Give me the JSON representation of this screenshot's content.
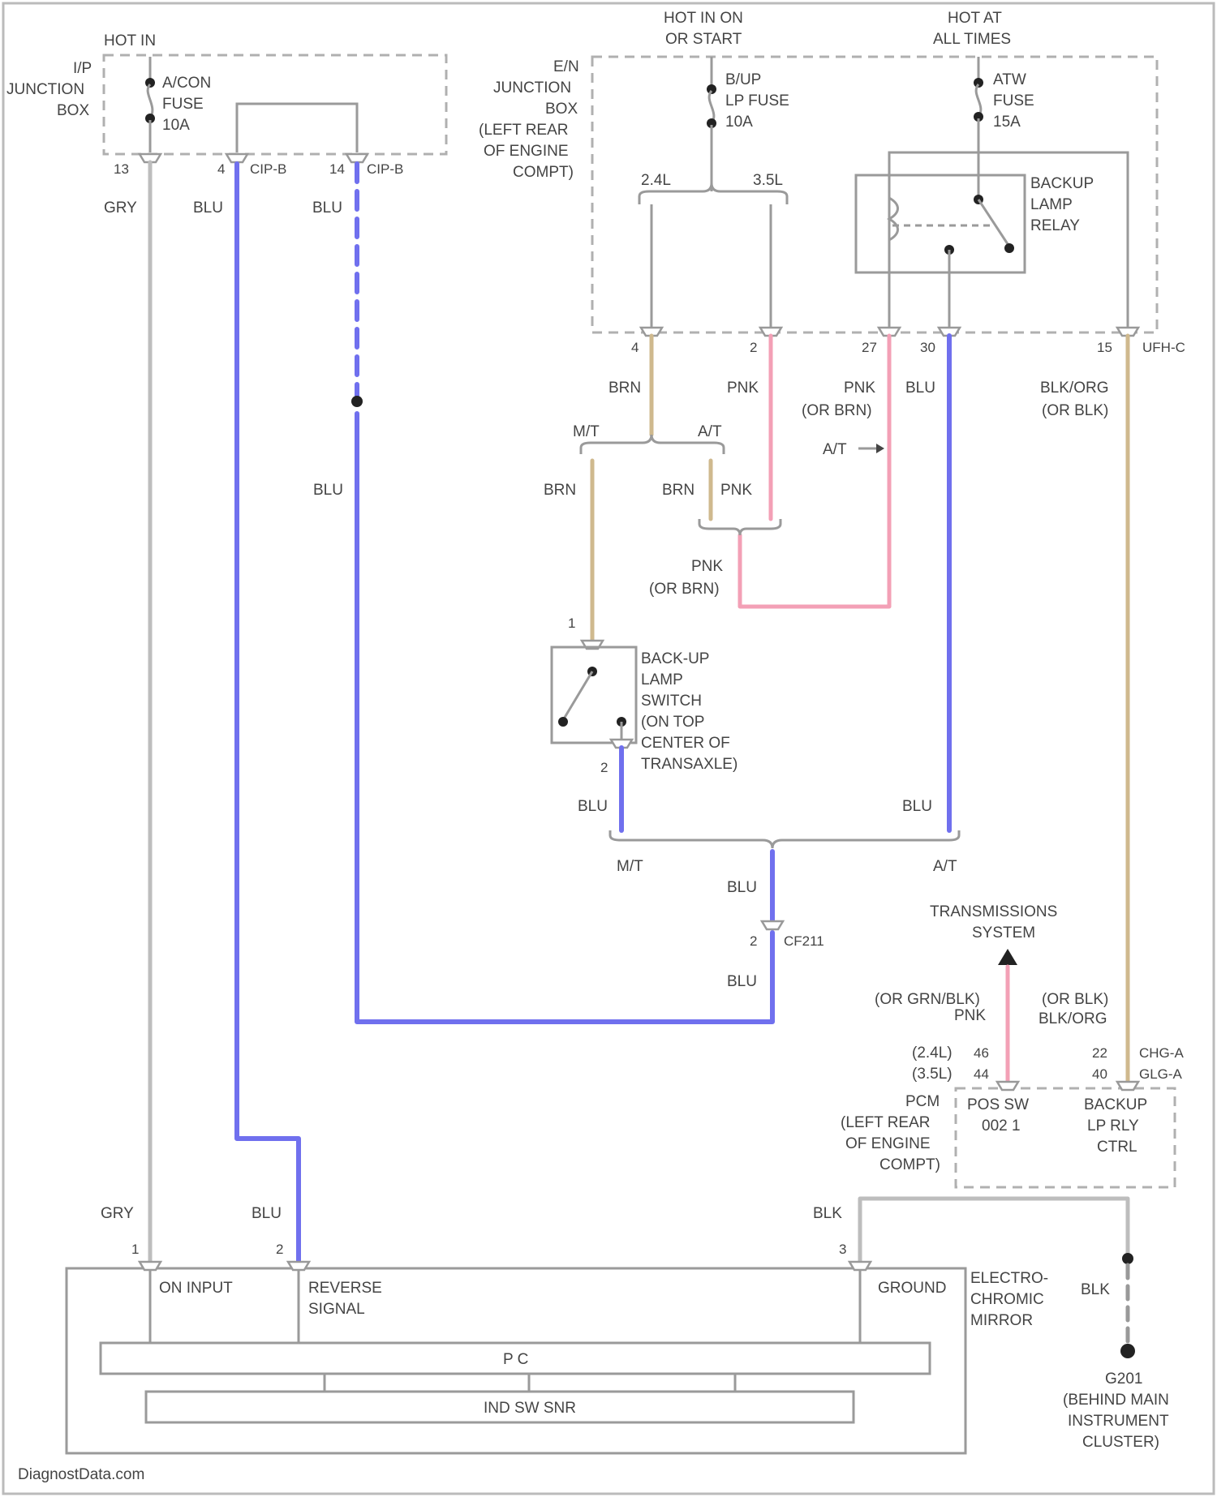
{
  "diagram": {
    "hot_in": "HOT IN",
    "hot_in_on": "HOT IN ON",
    "or_start": "OR START",
    "hot_at": "HOT AT",
    "all_times": "ALL TIMES",
    "ip_jb": [
      "I/P",
      "JUNCTION",
      "BOX"
    ],
    "acon_fuse": [
      "A/CON",
      "FUSE",
      "10A"
    ],
    "eng_jb": [
      "E/N",
      "JUNCTION",
      "BOX",
      "(LEFT REAR",
      "OF ENGINE",
      "COMPT)"
    ],
    "bup_fuse": [
      "B/UP",
      "LP FUSE",
      "10A"
    ],
    "atw_fuse": [
      "ATW",
      "FUSE",
      "15A"
    ],
    "relay": [
      "BACKUP",
      "LAMP",
      "RELAY"
    ],
    "v24": "2.4L",
    "v35": "3.5L",
    "pin13": "13",
    "pin4": "4",
    "pin14": "14",
    "cip_b": "CIP-B",
    "gry": "GRY",
    "blu": "BLU",
    "pin_c4": "4",
    "pin_c2": "2",
    "pin_c27": "27",
    "pin_c30": "30",
    "pin_c15": "15",
    "ufh_c": "UFH-C",
    "brn": "BRN",
    "pnk": "PNK",
    "or_brn": "(OR BRN)",
    "blk_org": "BLK/ORG",
    "or_blk": "(OR BLK)",
    "mt": "M/T",
    "at": "A/T",
    "pnk_or_brn": [
      "PNK",
      "(OR BRN)"
    ],
    "pin1": "1",
    "pin2": "2",
    "switch": [
      "BACK-UP",
      "LAMP",
      "SWITCH",
      "(ON TOP",
      "CENTER OF",
      "TRANSAXLE)"
    ],
    "cf211": "CF211",
    "trans": [
      "TRANSMISSIONS",
      "SYSTEM"
    ],
    "or_grn_blk": "(OR GRN/BLK)",
    "or_blk2": "(OR BLK)",
    "blk_org2": "BLK/ORG",
    "v24b": "(2.4L)",
    "v35b": "(3.5L)",
    "pin46": "46",
    "pin44": "44",
    "pin22": "22",
    "pin40": "40",
    "chg_a": "CHG-A",
    "glg_a": "GLG-A",
    "pcm": [
      "PCM",
      "(LEFT REAR",
      "OF ENGINE",
      "COMPT)"
    ],
    "pos_sw": [
      "POS SW",
      "002 1"
    ],
    "backup_ctrl": [
      "BACKUP",
      "LP RLY",
      "CTRL"
    ],
    "blk": "BLK",
    "m_pin1": "1",
    "m_pin2": "2",
    "m_pin3": "3",
    "on_input": "ON INPUT",
    "reverse": [
      "REVERSE",
      "SIGNAL"
    ],
    "ground": "GROUND",
    "mirror": [
      "ELECTRO-",
      "CHROMIC",
      "MIRROR"
    ],
    "pc": "P C",
    "ind_sw": "IND SW SNR",
    "g201": [
      "G201",
      "(BEHIND MAIN",
      "INSTRUMENT",
      "CLUSTER)"
    ],
    "watermark": "DiagnostData.com"
  }
}
